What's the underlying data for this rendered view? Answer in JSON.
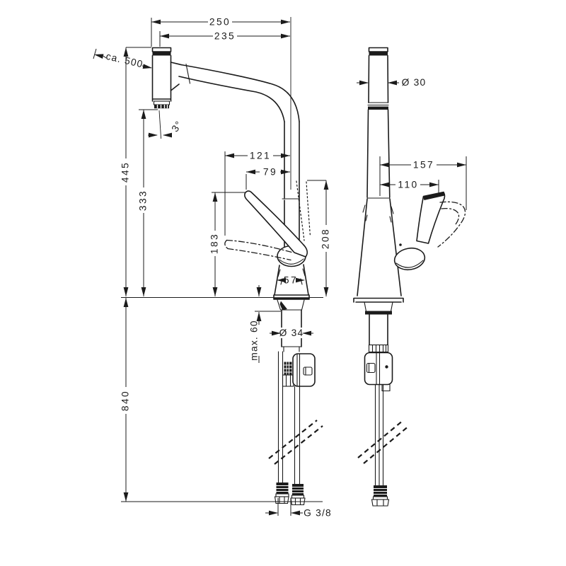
{
  "colors": {
    "ink": "#1b1b1b",
    "background": "#ffffff"
  },
  "labels": {
    "d250": "250",
    "d235": "235",
    "ca500": "ca. 500",
    "d445": "445",
    "d333": "333",
    "d183": "183",
    "d121": "121",
    "d79": "79",
    "d57": "57",
    "deg3": "3°",
    "dia30": "Ø 30",
    "dia34": "Ø 34",
    "d157": "157",
    "d110": "110",
    "d208": "208",
    "d840": "840",
    "max60": "max. 60",
    "g38": "G 3/8"
  },
  "dimension_labels": {
    "front_view_horizontal": [
      "250",
      "235",
      "121",
      "79",
      "57",
      "G 3/8"
    ],
    "front_view_vertical": [
      "ca. 500",
      "445",
      "333",
      "183",
      "840",
      "max. 60",
      "Ø 34"
    ],
    "front_view_angle": [
      "3°"
    ],
    "side_view_horizontal": [
      "157",
      "110",
      "Ø 30"
    ],
    "side_view_vertical": [
      "208"
    ]
  }
}
